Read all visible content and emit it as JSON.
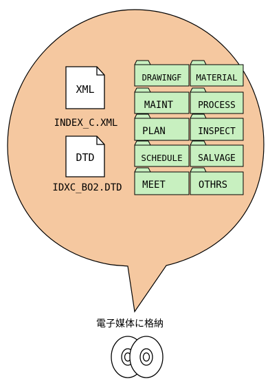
{
  "documents": [
    {
      "type_label": "XML",
      "filename": "INDEX_C.XML"
    },
    {
      "type_label": "DTD",
      "filename": "IDXC_BO2.DTD"
    }
  ],
  "folders": {
    "left": [
      "DRAWINGF",
      "MAINT",
      "PLAN",
      "SCHEDULE",
      "MEET"
    ],
    "right": [
      "MATERIAL",
      "PROCESS",
      "INSPECT",
      "SALVAGE",
      "OTHRS"
    ]
  },
  "caption": "電子媒体に格納",
  "colors": {
    "bubble_fill": "#f5c8a0",
    "folder_fill": "#c8f0c0",
    "outline": "#000000"
  },
  "icons": [
    "document-icon",
    "folder-icon",
    "cd-disc-icon"
  ]
}
